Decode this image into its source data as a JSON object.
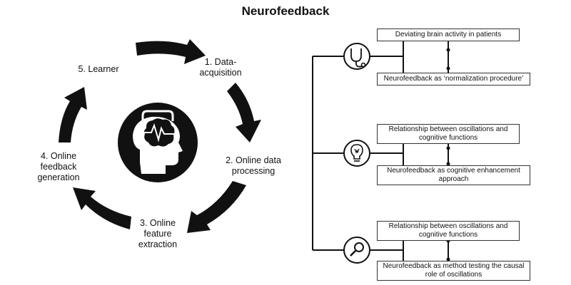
{
  "title": "Neurofeedback",
  "cycle": {
    "steps": [
      "1. Data-\nacquisition",
      "2. Online data\nprocessing",
      "3. Online\nfeature\nextraction",
      "4. Online\nfeedback\ngeneration",
      "5. Learner"
    ],
    "center_icon": "head-brain-wave-icon"
  },
  "branches": [
    {
      "icon": "stethoscope-icon",
      "boxes": [
        "Deviating brain activity in patients",
        "Neurofeedback as ‘normalization procedure’"
      ]
    },
    {
      "icon": "lightbulb-icon",
      "boxes": [
        "Relationship between oscillations and cognitive functions",
        "Neurofeedback as cognitive enhancement approach"
      ]
    },
    {
      "icon": "magnifier-icon",
      "boxes": [
        "Relationship between oscillations and cognitive functions",
        "Neurofeedback as method testing the causal role of oscillations"
      ]
    }
  ]
}
